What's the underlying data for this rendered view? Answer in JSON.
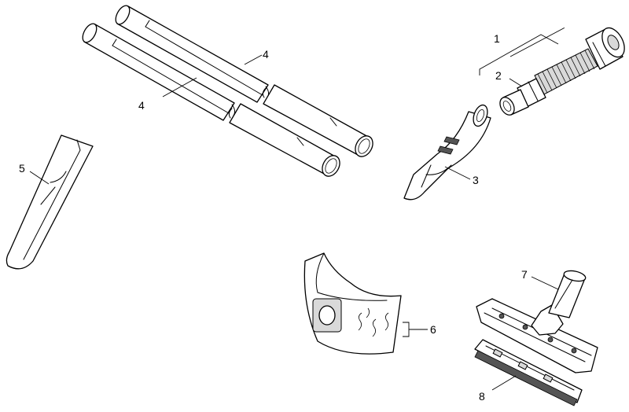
{
  "callouts": {
    "part1": "1",
    "part2": "2",
    "part3": "3",
    "part4a": "4",
    "part4b": "4",
    "part5": "5",
    "part6": "6",
    "part7": "7",
    "part8": "8"
  }
}
